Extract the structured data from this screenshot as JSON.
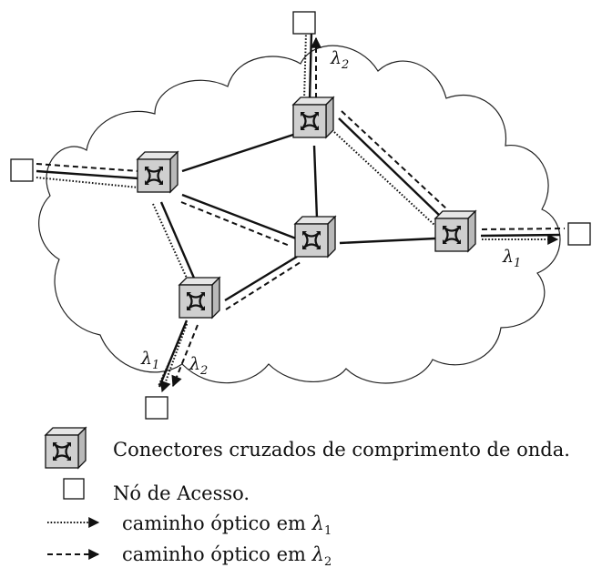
{
  "diagram": {
    "lambda_symbol": "λ",
    "labels": [
      {
        "id": "top",
        "sub": "2"
      },
      {
        "id": "right",
        "sub": "1"
      },
      {
        "id": "bottom-left",
        "sub": "1"
      },
      {
        "id": "bottom-right",
        "sub": "2"
      }
    ]
  },
  "legend": {
    "oxc_text": "Conectores cruzados de comprimento de onda.",
    "access_text": "Nó de Acesso.",
    "path1_text": "caminho óptico em",
    "path1_sub": "1",
    "path2_text": "caminho óptico em",
    "path2_sub": "2"
  }
}
